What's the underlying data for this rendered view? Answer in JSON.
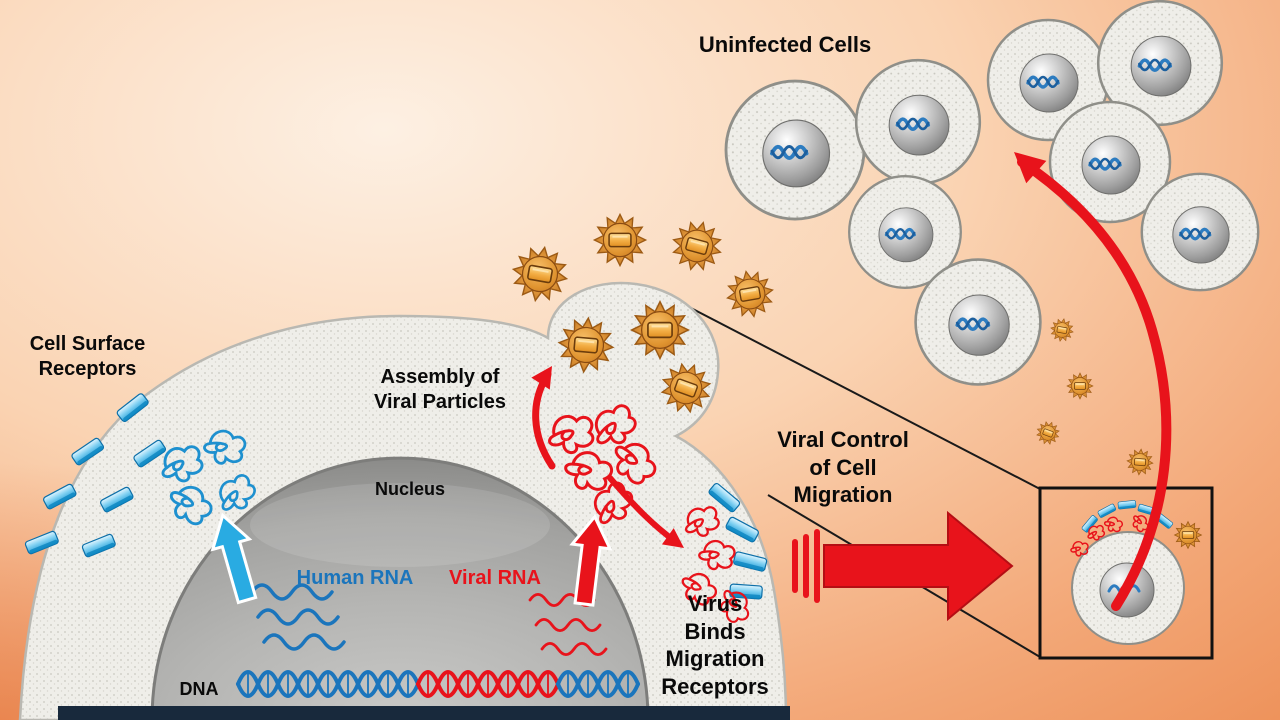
{
  "labels": {
    "uninfected_cells": "Uninfected Cells",
    "cell_surface_receptors": "Cell Surface\nReceptors",
    "assembly_of_viral_particles": "Assembly of\nViral Particles",
    "nucleus": "Nucleus",
    "human_rna": "Human RNA",
    "viral_rna": "Viral RNA",
    "dna": "DNA",
    "viral_control_of_cell_migration": "Viral Control\nof Cell\nMigration",
    "virus_binds_migration_receptors": "Virus\nBinds\nMigration\nReceptors"
  },
  "colors": {
    "human_rna_text": "#1b75bc",
    "viral_rna_text": "#e8131b",
    "arrow_red": "#e8131b",
    "arrow_blue": "#29abe2",
    "receptor_blue": "#45b8ea",
    "virus_orange": "#d98a2b",
    "cell_fill": "#efeee9",
    "nucleus_gray": "#a9a9a7",
    "background_top": "#fdeede",
    "background_edge": "#e97f3e"
  }
}
